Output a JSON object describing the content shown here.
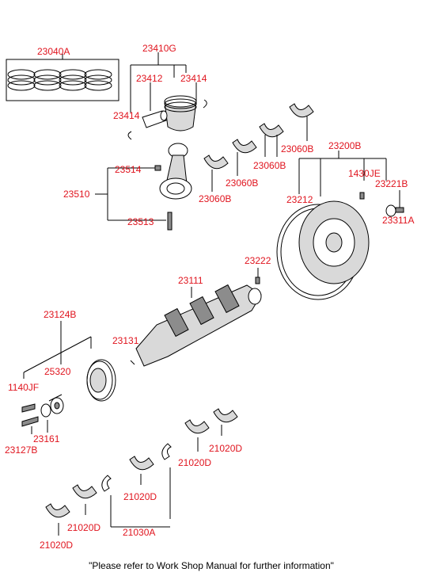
{
  "colors": {
    "label": "#e0141e",
    "line": "#000000",
    "background": "#ffffff"
  },
  "parts": [
    {
      "key": "p23040A",
      "text": "23040A"
    },
    {
      "key": "p23410G",
      "text": "23410G"
    },
    {
      "key": "p23412",
      "text": "23412"
    },
    {
      "key": "p23414a",
      "text": "23414"
    },
    {
      "key": "p23414b",
      "text": "23414"
    },
    {
      "key": "p23060B_1",
      "text": "23060B"
    },
    {
      "key": "p23060B_2",
      "text": "23060B"
    },
    {
      "key": "p23060B_3",
      "text": "23060B"
    },
    {
      "key": "p23060B_4",
      "text": "23060B"
    },
    {
      "key": "p23200B",
      "text": "23200B"
    },
    {
      "key": "p1430JE",
      "text": "1430JE"
    },
    {
      "key": "p23221B",
      "text": "23221B"
    },
    {
      "key": "p23212",
      "text": "23212"
    },
    {
      "key": "p23311A",
      "text": "23311A"
    },
    {
      "key": "p23514",
      "text": "23514"
    },
    {
      "key": "p23510",
      "text": "23510"
    },
    {
      "key": "p23513",
      "text": "23513"
    },
    {
      "key": "p23222",
      "text": "23222"
    },
    {
      "key": "p23111",
      "text": "23111"
    },
    {
      "key": "p23124B",
      "text": "23124B"
    },
    {
      "key": "p23131",
      "text": "23131"
    },
    {
      "key": "p25320",
      "text": "25320"
    },
    {
      "key": "p1140JF",
      "text": "1140JF"
    },
    {
      "key": "p23161",
      "text": "23161"
    },
    {
      "key": "p23127B",
      "text": "23127B"
    },
    {
      "key": "p21020D_1",
      "text": "21020D"
    },
    {
      "key": "p21020D_2",
      "text": "21020D"
    },
    {
      "key": "p21020D_3",
      "text": "21020D"
    },
    {
      "key": "p21020D_4",
      "text": "21020D"
    },
    {
      "key": "p21020D_5",
      "text": "21020D"
    },
    {
      "key": "p21030A",
      "text": "21030A"
    }
  ],
  "footer_note": "\"Please refer to Work Shop Manual for further information\""
}
